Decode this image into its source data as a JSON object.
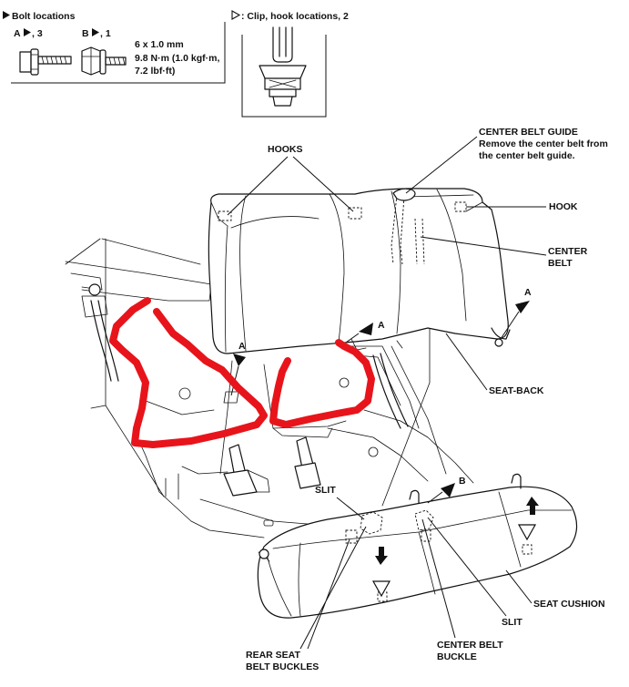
{
  "legend": {
    "bolt_title": "Bolt locations",
    "bolt_a": "A",
    "bolt_a_count": ", 3",
    "bolt_b": "B",
    "bolt_b_count": ", 1",
    "spec_size": "6 x 1.0 mm",
    "spec_torque_1": "9.8 N·m (1.0 kgf·m,",
    "spec_torque_2": "7.2 lbf·ft)",
    "clip_title": ": Clip, hook locations, 2"
  },
  "labels": {
    "hooks": "HOOKS",
    "center_belt_guide": "CENTER BELT GUIDE",
    "center_belt_guide_note_1": "Remove the center belt from",
    "center_belt_guide_note_2": "the center belt guide.",
    "hook": "HOOK",
    "center_belt_1": "CENTER",
    "center_belt_2": "BELT",
    "seat_back": "SEAT-BACK",
    "slit_upper": "SLIT",
    "slit_lower": "SLIT",
    "seat_cushion": "SEAT CUSHION",
    "center_belt_buckle_1": "CENTER BELT",
    "center_belt_buckle_2": "BUCKLE",
    "rear_seat_buckles_1": "REAR SEAT",
    "rear_seat_buckles_2": "BELT BUCKLES",
    "marker_a": "A",
    "marker_b": "B"
  },
  "colors": {
    "ink": "#111111",
    "highlight": "#e8141b"
  },
  "icons": [
    "filled-triangle-icon",
    "hollow-triangle-icon",
    "bolt-a-icon",
    "bolt-b-icon",
    "clip-icon",
    "direction-arrow-icon"
  ]
}
